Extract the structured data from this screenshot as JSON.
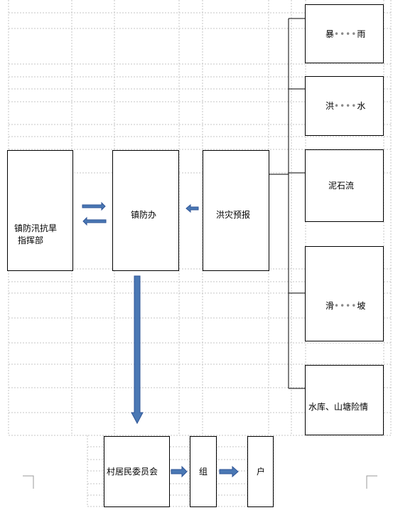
{
  "nodes": {
    "hq": {
      "line1": "镇防汛抗旱",
      "line2": "指挥部"
    },
    "office": {
      "label": "镇防办"
    },
    "forecast": {
      "label": "洪灾预报"
    },
    "rainstorm": {
      "left": "暴",
      "dots": "••••",
      "right": "雨"
    },
    "flood": {
      "left": "洪",
      "dots": "••••",
      "right": "水"
    },
    "debris": {
      "label": "泥石流"
    },
    "landslide": {
      "left": "滑",
      "dots": "••••",
      "right": "坡"
    },
    "reservoir": {
      "label": "水库、山塘险情"
    },
    "village": {
      "label": "村居民委员会"
    },
    "group": {
      "label": "组"
    },
    "household": {
      "label": "户"
    }
  },
  "colors": {
    "arrow_fill": "#4a78b4",
    "arrow_stroke": "#2f5597",
    "grid": "#bfbfbf",
    "box_border": "#000000"
  }
}
